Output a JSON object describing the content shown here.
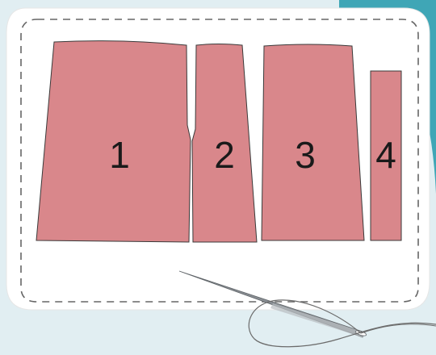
{
  "pattern_sheet": {
    "pieces": [
      {
        "id": "piece-1",
        "label": "1"
      },
      {
        "id": "piece-2",
        "label": "2"
      },
      {
        "id": "piece-3",
        "label": "3"
      },
      {
        "id": "piece-4",
        "label": "4"
      }
    ]
  },
  "colors": {
    "background": "#e1eef2",
    "accent_teal": "#3fa6b6",
    "card": "#ffffff",
    "piece_fill": "#d9878b",
    "piece_outline": "#3a3a3a",
    "dashed_border": "#666666",
    "needle": "#8a8f94",
    "thread": "#6b6b6b"
  },
  "icons": [
    "needle-icon",
    "thread-icon"
  ]
}
